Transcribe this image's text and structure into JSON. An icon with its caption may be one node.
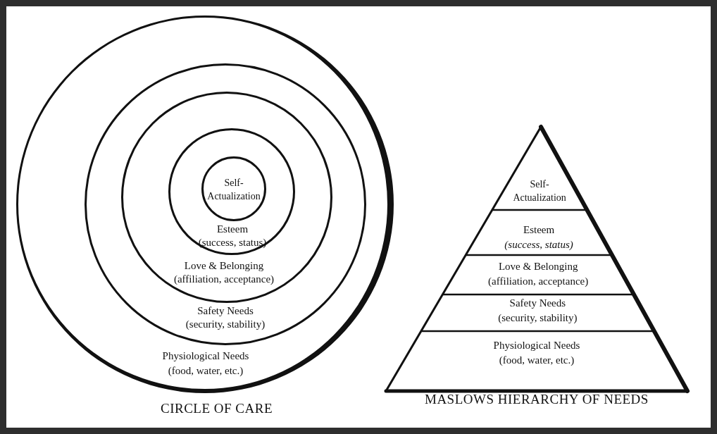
{
  "diagram": {
    "nodes": [
      {
        "text": [
          "Physiological Needs",
          "(food, water, etc.)"
        ]
      },
      {
        "text": [
          "Safety Needs",
          "(security, stability)"
        ],
        "in": 0
      },
      {
        "text": [
          "Love & Belonging",
          "(affiliation, acceptance)"
        ],
        "in": 1
      },
      {
        "text": [
          "Esteem",
          "(success, status)"
        ],
        "in": 2
      },
      {
        "text": [
          "Self-Actualization"
        ],
        "in": 3
      },
      {
        "text": [
          "Self-Actualization"
        ]
      },
      {
        "text": [
          "Esteem",
          "(success, status)"
        ]
      },
      {
        "text": [
          "Love & Belonging",
          "(affiliation, acceptance)"
        ]
      },
      {
        "text": [
          "Safety Needs",
          "(security, stability)"
        ]
      },
      {
        "text": [
          "Physiological Needs",
          "(food, water, etc.)"
        ]
      }
    ],
    "edges": [],
    "labels": [
      "CIRCLE OF CARE",
      "MASLOWS HIERARCHY OF NEEDS"
    ]
  }
}
